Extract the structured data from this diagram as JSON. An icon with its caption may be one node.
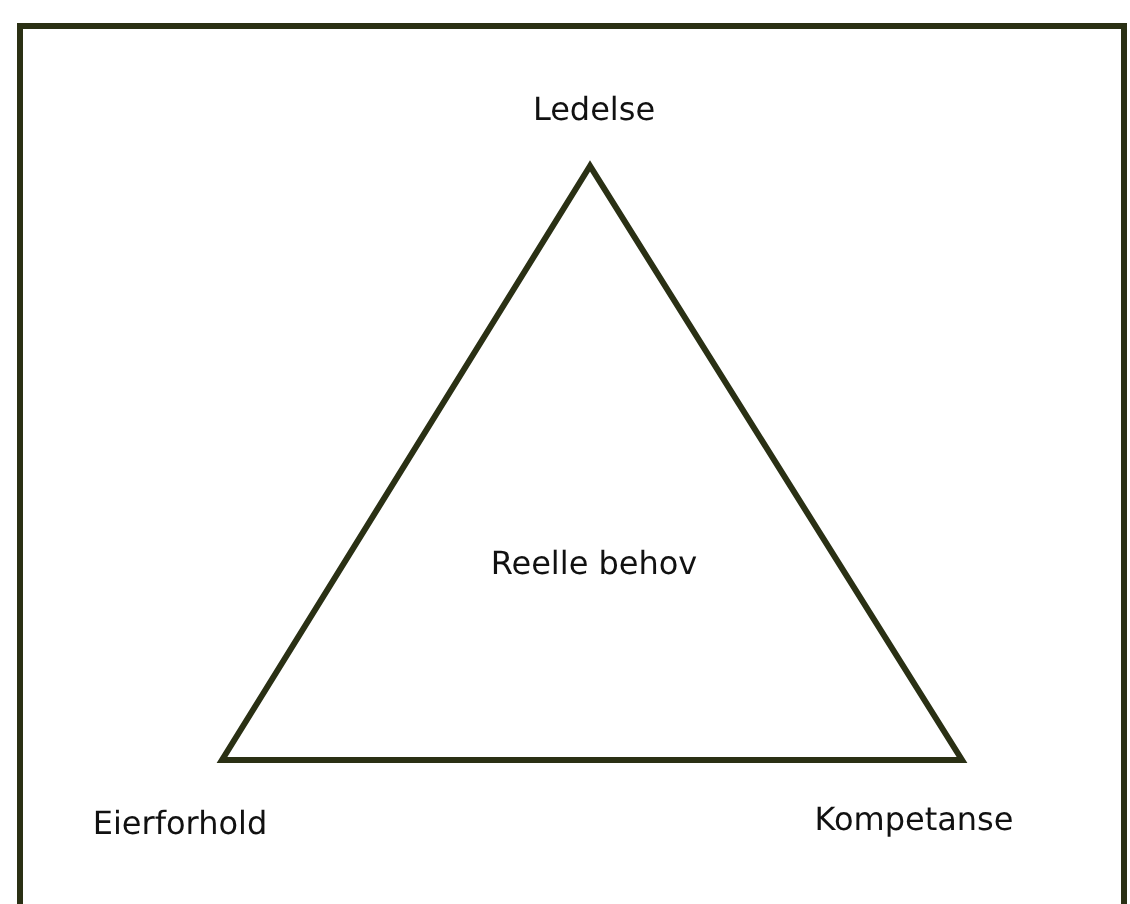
{
  "diagram": {
    "nodes": [
      {
        "text": [
          "Reelle behov"
        ],
        "beside": [
          "Ledelse",
          "Eierforhold",
          "Kompetanse"
        ]
      }
    ]
  }
}
